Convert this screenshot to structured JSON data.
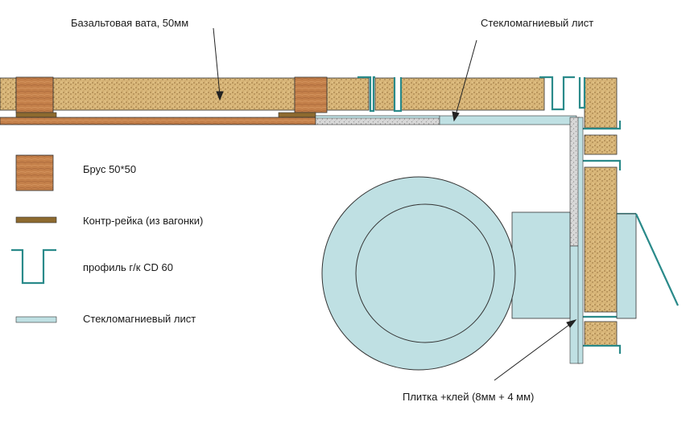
{
  "labels": {
    "basalt": "Базальтовая вата, 50мм",
    "sheet_top": "Стекломагниевый лист",
    "tile": "Плитка +клей (8мм + 4 мм)"
  },
  "legend": {
    "beam": "Брус 50*50",
    "counter_rail": "Контр-рейка (из вагонки)",
    "profile": "профиль г/к CD 60",
    "sheet": "Стекломагниевый лист"
  },
  "colors": {
    "wood": "#c4804a",
    "wood_dark": "#9a5a2c",
    "rail": "#8d6a2f",
    "insulation": "#d9b77a",
    "insulation_dark": "#a37d46",
    "profile": "#2a8a8a",
    "sheet": "#bfe0e3",
    "pipe": "#bfe0e3",
    "concrete": "#cfcfcf",
    "outline": "#333333"
  }
}
